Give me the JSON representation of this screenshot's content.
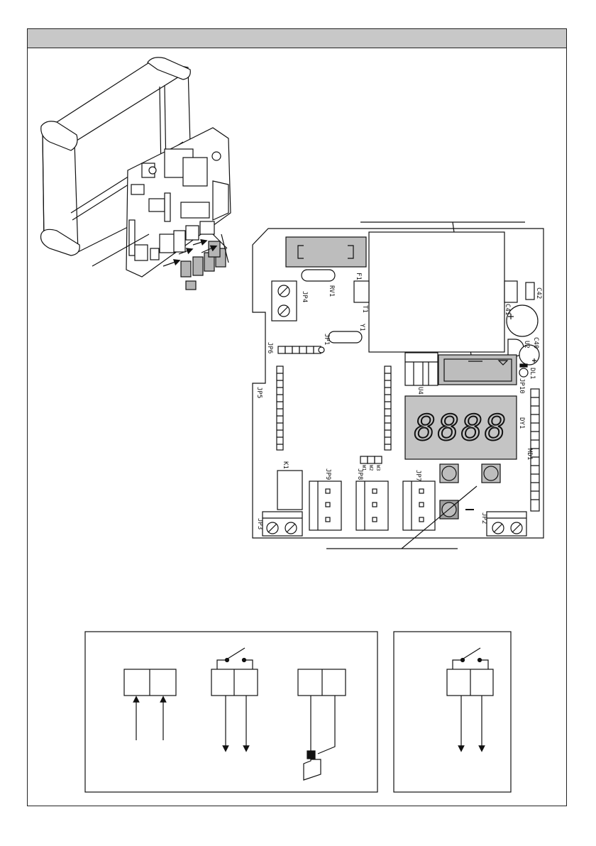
{
  "board": {
    "labels": {
      "F1": "F1",
      "RV1": "RV1",
      "JP4": "JP4",
      "T1": "T1",
      "Y1": "Y1",
      "JP1": "JP1",
      "JP6": "JP6",
      "JP5": "JP5",
      "C42": "C42",
      "C41": "C41",
      "C40": "C40",
      "U2": "U2",
      "DL1": "DL1",
      "JP10": "JP10",
      "U4": "U4",
      "DY1": "DY1",
      "MD1": "MD1",
      "K1": "K1",
      "JP9": "JP9",
      "JP8": "JP8",
      "JP7": "JP7",
      "JP3": "JP3",
      "JP2": "JP2",
      "W1": "W1",
      "W2": "W2",
      "W3": "W3"
    },
    "display_digits": "8888"
  },
  "colors": {
    "line": "#111111",
    "header_fill": "#c8c8c8",
    "component_fill": "#bdbdbd",
    "display_fill": "#c4c4c4"
  }
}
